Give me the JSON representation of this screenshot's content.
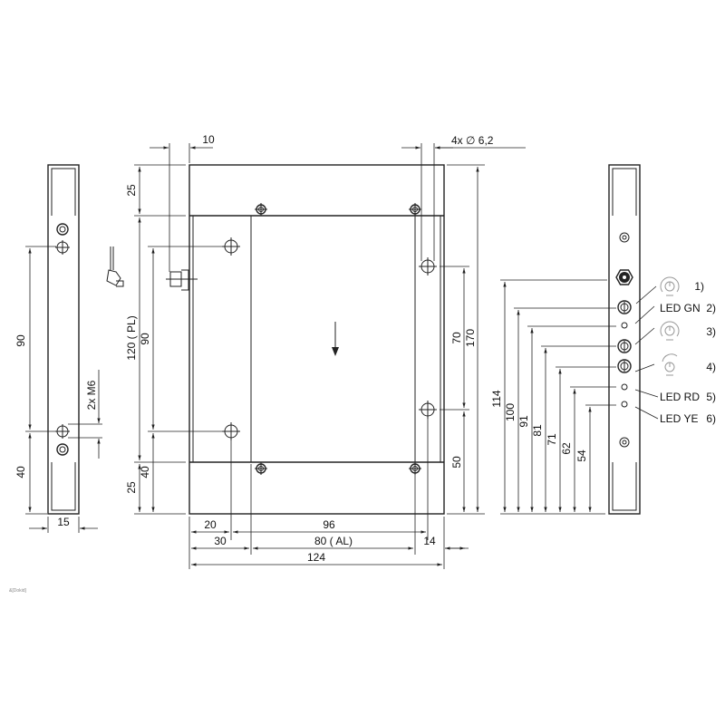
{
  "drawing": {
    "side_left": {
      "dim_90": "90",
      "dim_40": "40",
      "dim_15": "15",
      "thread": "2x M6"
    },
    "front": {
      "dim_10": "10",
      "dim_holes": "4x ∅ 6,2",
      "dim_25_top": "25",
      "dim_pl": "120 ( PL)",
      "dim_90": "90",
      "dim_40": "40",
      "dim_25_bottom": "25",
      "dim_70": "70",
      "dim_170": "170",
      "dim_50": "50",
      "dim_20": "20",
      "dim_96": "96",
      "dim_30": "30",
      "dim_al": "80 ( AL)",
      "dim_14": "14",
      "dim_124": "124"
    },
    "side_right": {
      "heights": [
        "114",
        "100",
        "91",
        "81",
        "71",
        "62",
        "54"
      ],
      "callouts": [
        {
          "label": "",
          "num": "1)"
        },
        {
          "label": "LED GN",
          "num": "2)"
        },
        {
          "label": "",
          "num": "3)"
        },
        {
          "label": "",
          "num": "4)"
        },
        {
          "label": "LED RD",
          "num": "5)"
        },
        {
          "label": "LED YE",
          "num": "6)"
        }
      ]
    },
    "doc_id": "&[Dokid]"
  }
}
